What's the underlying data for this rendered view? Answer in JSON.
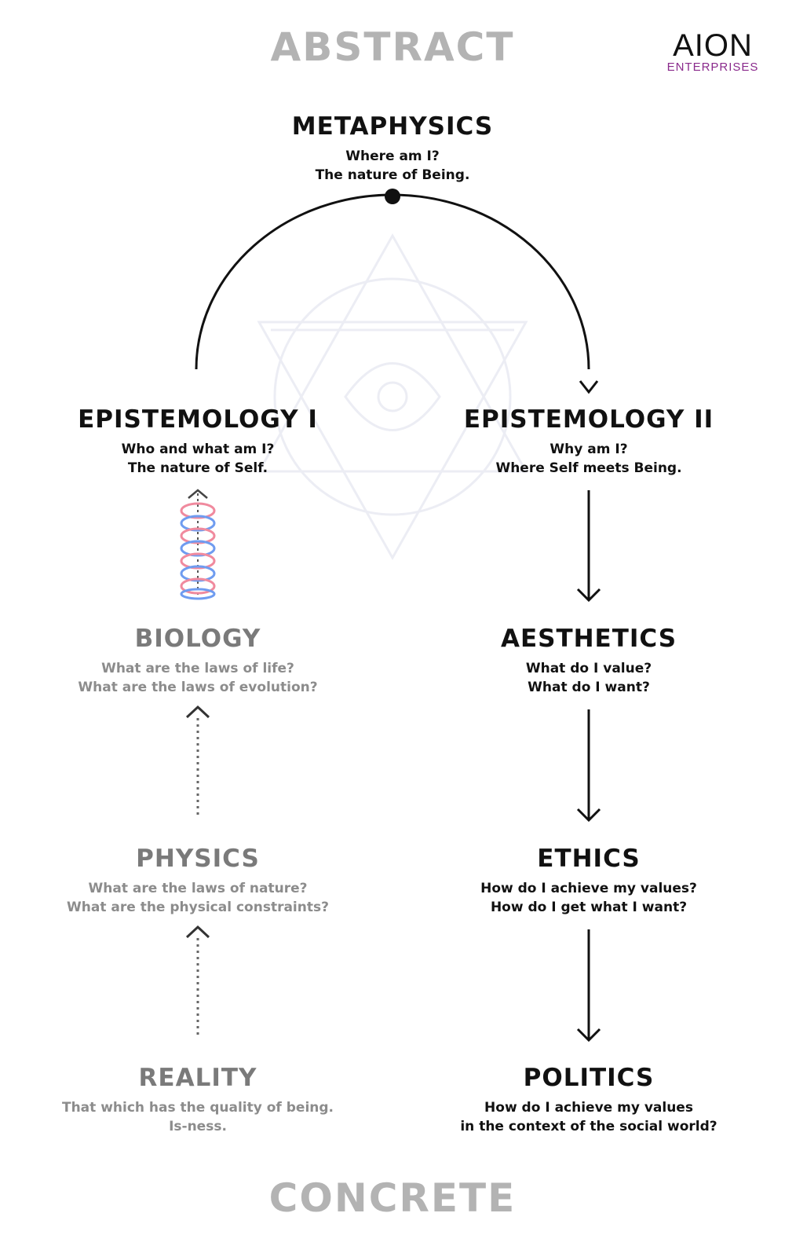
{
  "axis": {
    "top": "ABSTRACT",
    "bottom": "CONCRETE"
  },
  "logo": {
    "main": "AION",
    "sub": "ENTERPRISES"
  },
  "nodes": {
    "metaphysics": {
      "title": "METAPHYSICS",
      "line1": "Where am I?",
      "line2": "The nature of Being."
    },
    "epistemology1": {
      "title": "EPISTEMOLOGY I",
      "line1": "Who and what am I?",
      "line2": "The nature of Self."
    },
    "epistemology2": {
      "title": "EPISTEMOLOGY II",
      "line1": "Why am I?",
      "line2": "Where Self meets Being."
    },
    "biology": {
      "title": "BIOLOGY",
      "line1": "What are the laws of life?",
      "line2": "What are the laws of evolution?"
    },
    "aesthetics": {
      "title": "AESTHETICS",
      "line1": "What do I value?",
      "line2": "What do I want?"
    },
    "physics": {
      "title": "PHYSICS",
      "line1": "What are the laws of nature?",
      "line2": "What are the physical constraints?"
    },
    "ethics": {
      "title": "ETHICS",
      "line1": "How do I achieve my values?",
      "line2": "How do I get what I want?"
    },
    "reality": {
      "title": "REALITY",
      "line1": "That which has the quality of being.",
      "line2": "Is-ness."
    },
    "politics": {
      "title": "POLITICS",
      "line1": "How do I achieve my values",
      "line2": "in the context of the social world?"
    }
  },
  "colors": {
    "dark": "#111111",
    "gray": "#8c8c8c",
    "axis": "#b3b3b3",
    "helix_red": "#f08a9e",
    "helix_blue": "#6f9cf0",
    "watermark": "#c9cde0",
    "logo_accent": "#8a2a8c"
  },
  "icons": {
    "helix": "dna-helix-icon",
    "watermark": "hexagram-eye-icon"
  }
}
